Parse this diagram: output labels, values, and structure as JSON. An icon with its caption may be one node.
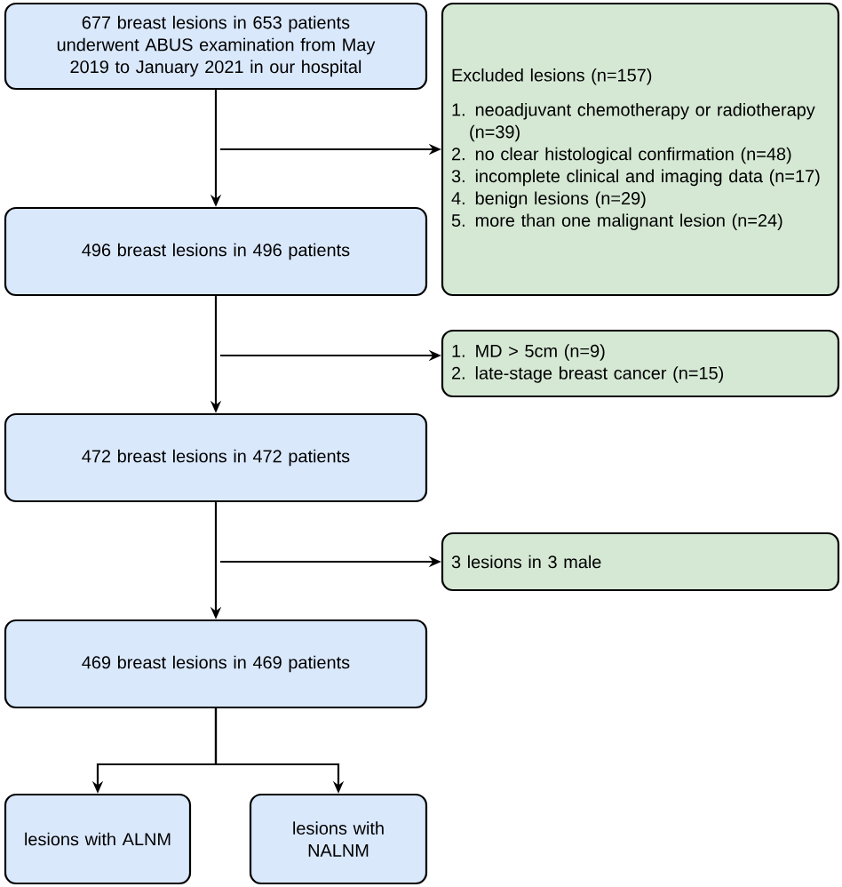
{
  "diagram": {
    "nodes": [
      {
        "text": [
          "677 breast lesions in  653 patients underwent ABUS examination from May 2019 to January 2021 in our hospital"
        ]
      },
      {
        "text": [
          "Excluded lesions (n=157)",
          "1. neoadjuvant chemotherapy or radiotherapy (n=39)",
          "2. no clear histological confirmation (n=48)",
          "3. incomplete clinical and imaging data (n=17)",
          "4. benign lesions (n=29)",
          "5. more than one malignant lesion (n=24)"
        ]
      },
      {
        "text": [
          "496 breast lesions in 496 patients"
        ]
      },
      {
        "text": [
          "1. MD > 5cm (n=9)",
          "2. late-stage breast cancer (n=15)"
        ]
      },
      {
        "text": [
          "472 breast lesions in 472 patients"
        ]
      },
      {
        "text": [
          "3 lesions in 3 male"
        ]
      },
      {
        "text": [
          "469 breast lesions in 469 patients"
        ]
      },
      {
        "text": [
          "lesions with ALNM"
        ]
      },
      {
        "text": [
          "lesions with NALNM"
        ]
      }
    ],
    "edges": [
      {
        "from": 0,
        "to": 2,
        "arrow": "to"
      },
      {
        "from": null,
        "to": 1,
        "arrow": "to"
      },
      {
        "from": 2,
        "to": 4,
        "arrow": "to"
      },
      {
        "from": null,
        "to": 3,
        "arrow": "to"
      },
      {
        "from": 4,
        "to": 6,
        "arrow": "to"
      },
      {
        "from": null,
        "to": 5,
        "arrow": "to"
      },
      {
        "from": 6,
        "to": 7,
        "arrow": "to"
      },
      {
        "from": 6,
        "to": 8,
        "arrow": "to"
      }
    ]
  }
}
